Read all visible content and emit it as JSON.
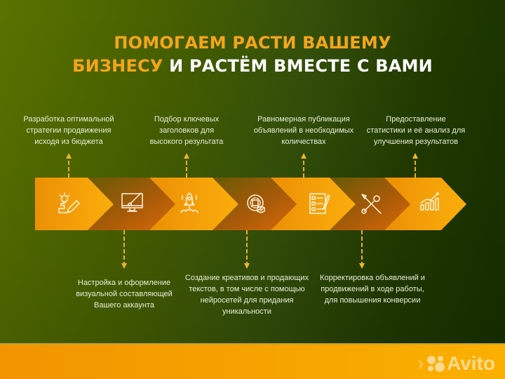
{
  "title": {
    "line1_orange": "ПОМОГАЕМ РАСТИ ВАШЕМУ",
    "line2_orange": "БИЗНЕСУ",
    "line2_white": "И РАСТЁМ ВМЕСТЕ С ВАМИ"
  },
  "colors": {
    "accent_orange": "#f4a51a",
    "segment_light": "#f5a10a",
    "segment_dark": "#a4520a",
    "connector": "#e8b020",
    "footer": "#f7a500"
  },
  "steps": [
    {
      "index": 1,
      "icon": "idea-pencil-icon",
      "position": "top",
      "lines": [
        "Разработка оптимальной",
        "стратегии продвижения",
        "исходя из бюджета"
      ]
    },
    {
      "index": 2,
      "icon": "monitor-brush-icon",
      "position": "bottom",
      "lines": [
        "Настройка и оформление",
        "визуальной составляющей",
        "Вашего аккаунта"
      ]
    },
    {
      "index": 3,
      "icon": "rocket-icon",
      "position": "top",
      "lines": [
        "Подбор ключевых",
        "заголовков для",
        "высокого результата"
      ]
    },
    {
      "index": 4,
      "icon": "brain-gear-icon",
      "position": "bottom",
      "lines": [
        "Создание креативов и продающих",
        "текстов, в том числе с помощью",
        "нейросетей для придания",
        "уникальности"
      ]
    },
    {
      "index": 5,
      "icon": "checklist-icon",
      "position": "top",
      "lines": [
        "Равномерная публикация",
        "объявлений в необходимых",
        "количествах"
      ]
    },
    {
      "index": 6,
      "icon": "tools-icon",
      "position": "bottom",
      "lines": [
        "Корректировка объявлений и",
        "продвижений в ходе работы,",
        "для повышения конверсии"
      ]
    },
    {
      "index": 7,
      "icon": "growth-chart-icon",
      "position": "top",
      "lines": [
        "Предоставление",
        "статистики и её анализ для",
        "улучшения результатов"
      ]
    }
  ],
  "footer": {
    "brand": "Avito"
  }
}
